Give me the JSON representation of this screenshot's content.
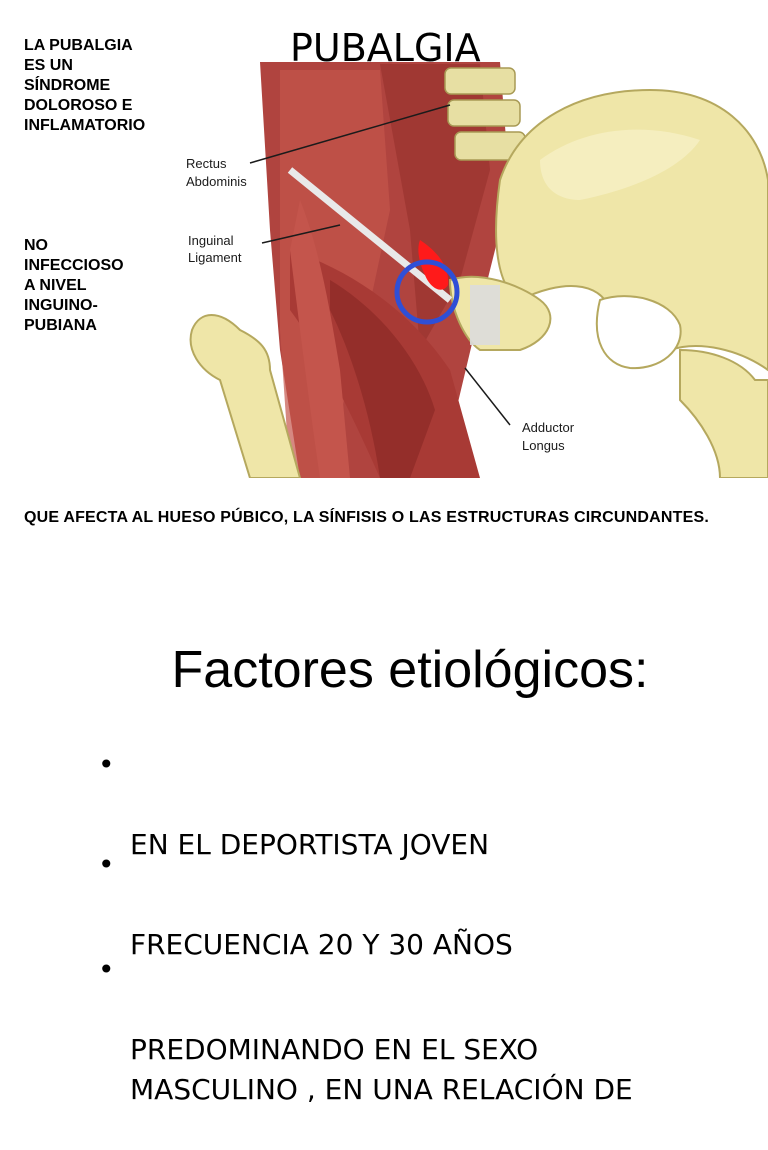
{
  "slide": {
    "title": "PUBALGIA",
    "side_text_1": "LA PUBALGIA\nES UN\nSÍNDROME\nDOLOROSO E\nINFLAMATORIO",
    "side_text_2": "NO\nINFECCIOSO\nA NIVEL\nINGUINO-\nPUBIANA",
    "caption": "QUE AFECTA AL HUESO PÚBICO, LA SÍNFISIS O LAS ESTRUCTURAS CIRCUNDANTES."
  },
  "figure": {
    "labels": {
      "rectus_1": "Rectus",
      "rectus_2": "Abdominis",
      "inguinal_1": "Inguinal",
      "inguinal_2": "Ligament",
      "adductor_1": "Adductor",
      "adductor_2": "Longus"
    },
    "colors": {
      "muscle": "#b0443f",
      "muscle_dark": "#7d2420",
      "bone": "#efe6a8",
      "bone_shadow": "#c9bb6a",
      "highlight_circle": "#2f4fd6",
      "lesion": "#ff1a1a"
    }
  },
  "etiology": {
    "heading": "Factores etiológicos:",
    "bullet_symbol": "•",
    "items": [
      "EN EL DEPORTISTA JOVEN",
      "FRECUENCIA 20 Y 30 AÑOS",
      " PREDOMINANDO EN EL SEXO\nMASCULINO , EN UNA RELACIÓN DE"
    ]
  }
}
